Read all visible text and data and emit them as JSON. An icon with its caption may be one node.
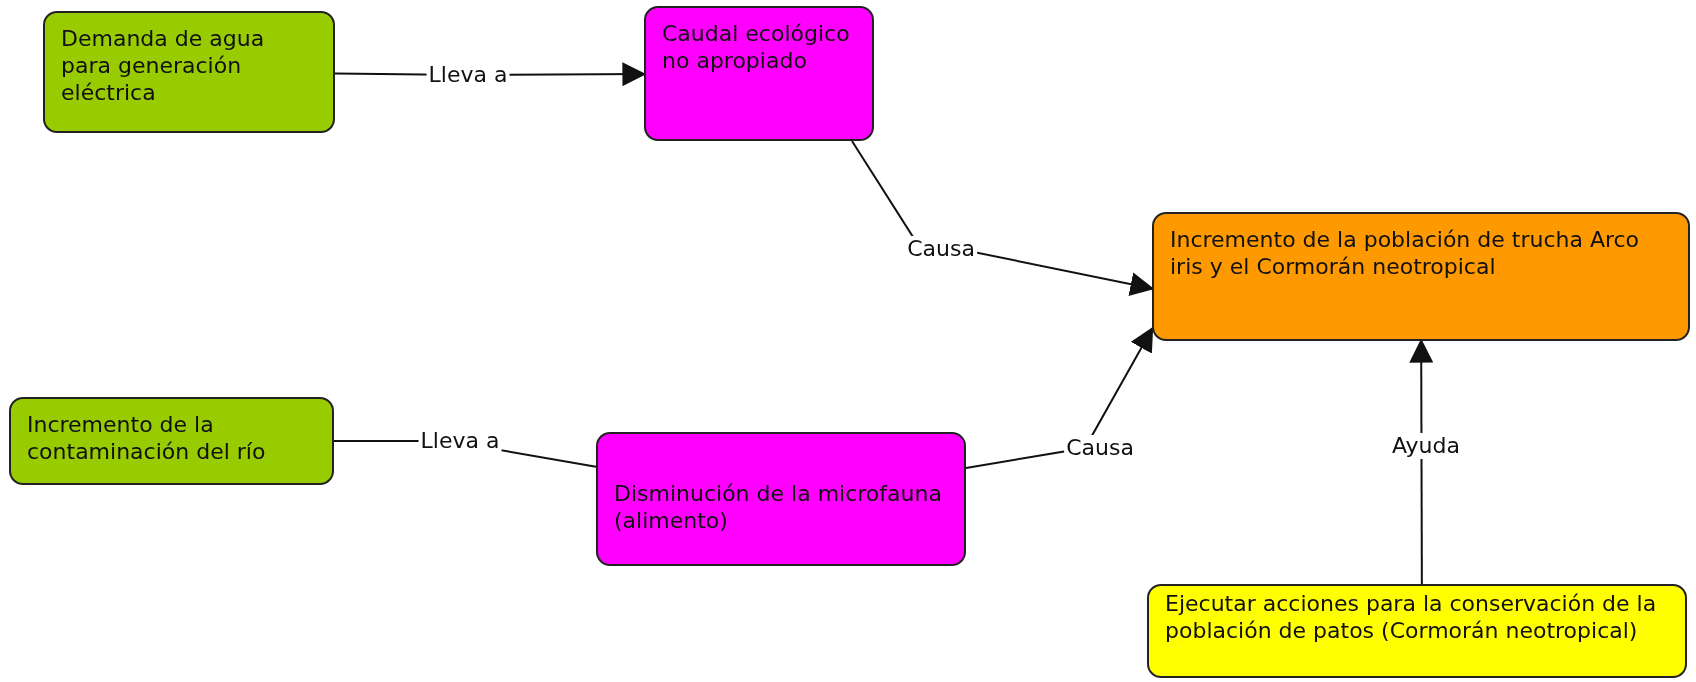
{
  "diagram": {
    "nodes": [
      {
        "text": [
          "Demanda de agua para generación eléctrica"
        ]
      },
      {
        "text": [
          "Caudal ecológico no apropiado"
        ]
      },
      {
        "text": [
          "Incremento de la población de trucha Arco iris y el Cormorán neotropical"
        ]
      },
      {
        "text": [
          "Incremento de la contaminación del río"
        ]
      },
      {
        "text": [
          "Disminución de la microfauna (alimento)"
        ]
      },
      {
        "text": [
          "Ejecutar acciones para la conservación de la población de patos (Cormorán neotropical)"
        ]
      }
    ],
    "edges": [
      {
        "from": 0,
        "to": 1,
        "arrow": "to",
        "label": "Lleva a"
      },
      {
        "from": 1,
        "to": 2,
        "arrow": "to",
        "label": "Causa"
      },
      {
        "from": 3,
        "to": 4,
        "arrow": "none",
        "label": "Lleva a"
      },
      {
        "from": 4,
        "to": 2,
        "arrow": "to",
        "label": "Causa"
      },
      {
        "from": 5,
        "to": 2,
        "arrow": "to",
        "label": "Ayuda"
      }
    ]
  }
}
